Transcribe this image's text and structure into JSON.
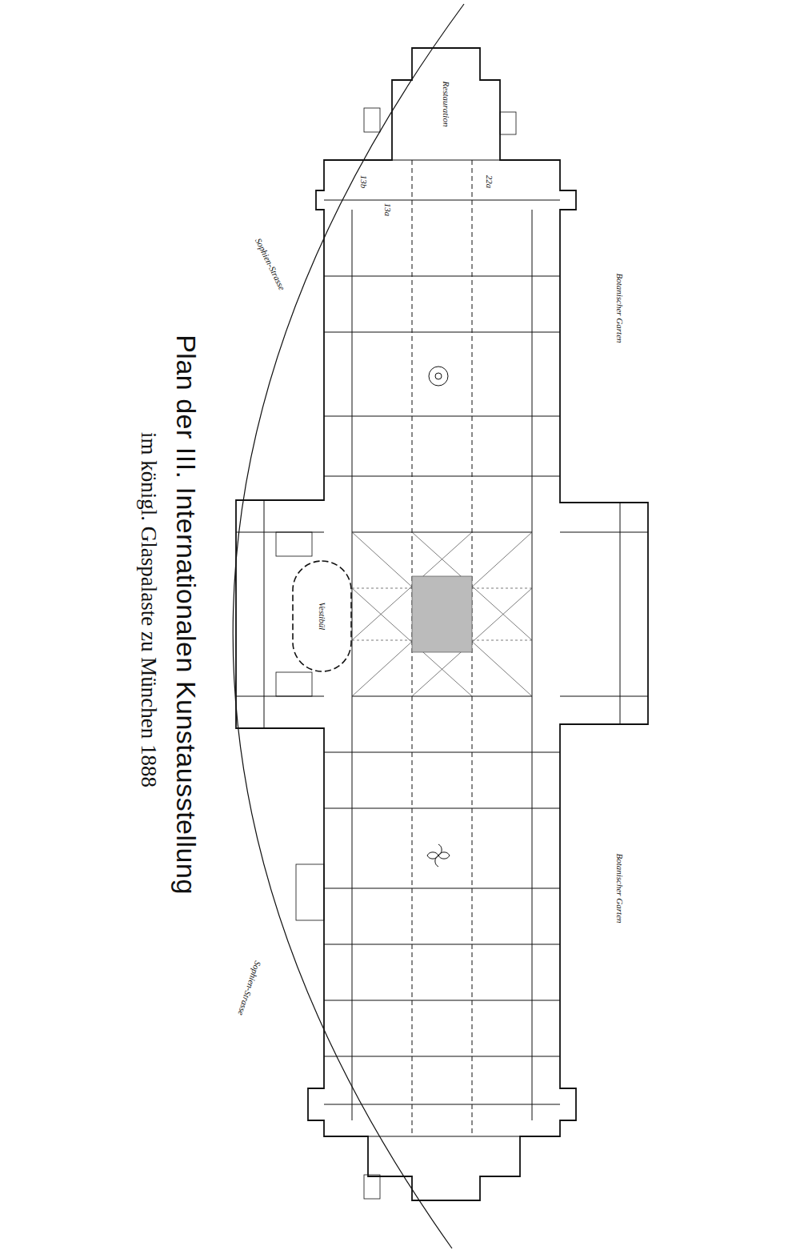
{
  "diagram": {
    "title": "Plan der III. Internationalen Kunstausstellung",
    "caption": "im königl. Glaspalaste zu München 1888",
    "nodes": [
      {
        "text": [
          "Restauration"
        ]
      },
      {
        "text": [
          "Vestibül"
        ]
      }
    ],
    "labels": [
      "Sophien-Strasse",
      "Sophien-Strasse",
      "Botanischer Garten",
      "Botanischer Garten",
      "13b",
      "13a",
      "22a"
    ]
  }
}
